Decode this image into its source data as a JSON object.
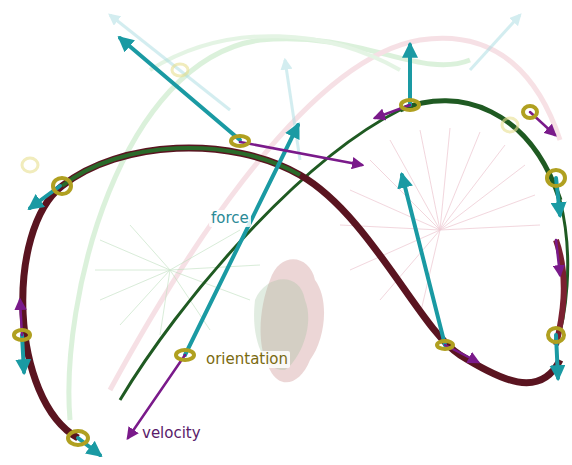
{
  "diagram": {
    "labels": [
      "force",
      "orientation",
      "velocity"
    ]
  }
}
